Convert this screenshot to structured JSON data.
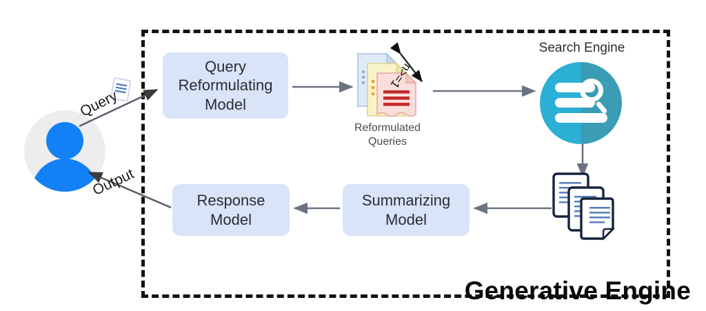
{
  "diagram": {
    "title": "Generative Engine",
    "type": "flow-diagram",
    "frame": {
      "style": "dashed",
      "color": "#111111"
    },
    "actor": {
      "name": "user-avatar",
      "icon": "person-icon",
      "avatar_color": "#1380f5",
      "background_color": "#ededed"
    },
    "flows": [
      {
        "id": "query",
        "label": "Query",
        "icon": "document-icon",
        "from": "user",
        "to": "query-reformulating-model"
      },
      {
        "id": "output",
        "label": "Output",
        "from": "response-model",
        "to": "user"
      }
    ],
    "nodes": [
      {
        "id": "query-reformulating-model",
        "label": "Query\nReformulating\nModel",
        "line1": "Query",
        "line2": "Reformulating",
        "line3": "Model",
        "color": "#d9e4f8"
      },
      {
        "id": "reformulated-queries",
        "label": "Reformulated Queries",
        "line1": "Reformulated",
        "line2": "Queries",
        "multiplicity": "n>=1",
        "doc_colors": [
          "#dce6f5",
          "#f7f2c4",
          "#f9d9d6"
        ]
      },
      {
        "id": "search-engine",
        "label": "Search Engine",
        "accent_left": "#2bafd4",
        "accent_right": "#3a9cb5"
      },
      {
        "id": "retrieved-documents",
        "label": "",
        "doc_outline": "#16243d",
        "doc_fill": "#ffffff"
      },
      {
        "id": "summarizing-model",
        "label": "Summarizing\nModel",
        "line1": "Summarizing",
        "line2": "Model",
        "color": "#d9e4f8"
      },
      {
        "id": "response-model",
        "label": "Response\nModel",
        "line1": "Response",
        "line2": "Model",
        "color": "#d9e4f8"
      }
    ],
    "arrow_color": "#6b7280"
  }
}
